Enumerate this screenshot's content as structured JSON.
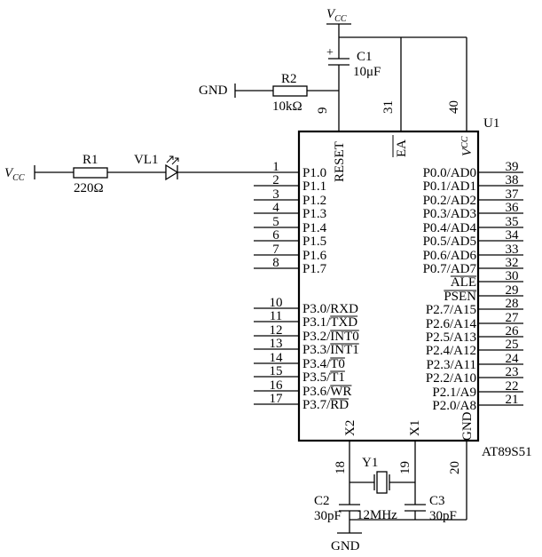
{
  "diagram": {
    "chip": {
      "ref": "U1",
      "part": "AT89S51",
      "top_pins": [
        {
          "num": "9",
          "label": "RESET",
          "overbar": false
        },
        {
          "num": "31",
          "label": "EA",
          "overbar": true
        },
        {
          "num": "40",
          "label": "V",
          "sub": "CC",
          "overbar": false
        }
      ],
      "bottom_pins": [
        {
          "num": "18",
          "label": "X2"
        },
        {
          "num": "19",
          "label": "X1"
        },
        {
          "num": "20",
          "label": "GND"
        }
      ],
      "left_pins": [
        {
          "num": "1",
          "label": "P1.0"
        },
        {
          "num": "2",
          "label": "P1.1"
        },
        {
          "num": "3",
          "label": "P1.2"
        },
        {
          "num": "4",
          "label": "P1.3"
        },
        {
          "num": "5",
          "label": "P1.4"
        },
        {
          "num": "6",
          "label": "P1.5"
        },
        {
          "num": "7",
          "label": "P1.6"
        },
        {
          "num": "8",
          "label": "P1.7"
        },
        {
          "num": "10",
          "label": "P3.0/RXD",
          "prefix": "P3.0/",
          "name": "RXD",
          "overbar": false
        },
        {
          "num": "11",
          "label": "P3.1/TXD",
          "prefix": "P3.1/",
          "name": "TXD",
          "overbar": true
        },
        {
          "num": "12",
          "label": "P3.2/INT0",
          "prefix": "P3.2/",
          "name": "INT0",
          "overbar": true
        },
        {
          "num": "13",
          "label": "P3.3/INT1",
          "prefix": "P3.3/",
          "name": "INT1",
          "overbar": true
        },
        {
          "num": "14",
          "label": "P3.4/T0",
          "prefix": "P3.4/",
          "name": "T0",
          "overbar": true
        },
        {
          "num": "15",
          "label": "P3.5/T1",
          "prefix": "P3.5/",
          "name": "T1",
          "overbar": true
        },
        {
          "num": "16",
          "label": "P3.6/WR",
          "prefix": "P3.6/",
          "name": "WR",
          "overbar": true
        },
        {
          "num": "17",
          "label": "P3.7/RD",
          "prefix": "P3.7/",
          "name": "RD",
          "overbar": true
        }
      ],
      "right_pins": [
        {
          "num": "39",
          "label": "P0.0/AD0",
          "overbar": false
        },
        {
          "num": "38",
          "label": "P0.1/AD1",
          "overbar": false
        },
        {
          "num": "37",
          "label": "P0.2/AD2",
          "overbar": false
        },
        {
          "num": "36",
          "label": "P0.3/AD3",
          "overbar": false
        },
        {
          "num": "35",
          "label": "P0.4/AD4",
          "overbar": false
        },
        {
          "num": "34",
          "label": "P0.5/AD5",
          "overbar": false
        },
        {
          "num": "33",
          "label": "P0.6/AD6",
          "overbar": false
        },
        {
          "num": "32",
          "label": "P0.7/AD7",
          "overbar": false
        },
        {
          "num": "30",
          "label": "ALE",
          "overbar": true
        },
        {
          "num": "29",
          "label": "PSEN",
          "overbar": true
        },
        {
          "num": "28",
          "label": "P2.7/A15",
          "overbar": false
        },
        {
          "num": "27",
          "label": "P2.6/A14",
          "overbar": false
        },
        {
          "num": "26",
          "label": "P2.5/A13",
          "overbar": false
        },
        {
          "num": "25",
          "label": "P2.4/A12",
          "overbar": false
        },
        {
          "num": "24",
          "label": "P2.3/A11",
          "overbar": false
        },
        {
          "num": "23",
          "label": "P2.2/A10",
          "overbar": false
        },
        {
          "num": "22",
          "label": "P2.1/A9",
          "overbar": false
        },
        {
          "num": "21",
          "label": "P2.0/A8",
          "overbar": false
        }
      ]
    },
    "vcc_top": {
      "main": "V",
      "sub": "CC"
    },
    "vcc_left": {
      "main": "V",
      "sub": "CC"
    },
    "gnd_left": "GND",
    "gnd_bottom": "GND",
    "c1": {
      "name": "C1",
      "value": "10μF",
      "plus": "+"
    },
    "r2": {
      "name": "R2",
      "value": "10kΩ"
    },
    "r1": {
      "name": "R1",
      "value": "220Ω"
    },
    "led": {
      "name": "VL1"
    },
    "y1": {
      "name": "Y1",
      "value": "12MHz"
    },
    "c2": {
      "name": "C2",
      "value": "30pF"
    },
    "c3": {
      "name": "C3",
      "value": "30pF"
    }
  }
}
